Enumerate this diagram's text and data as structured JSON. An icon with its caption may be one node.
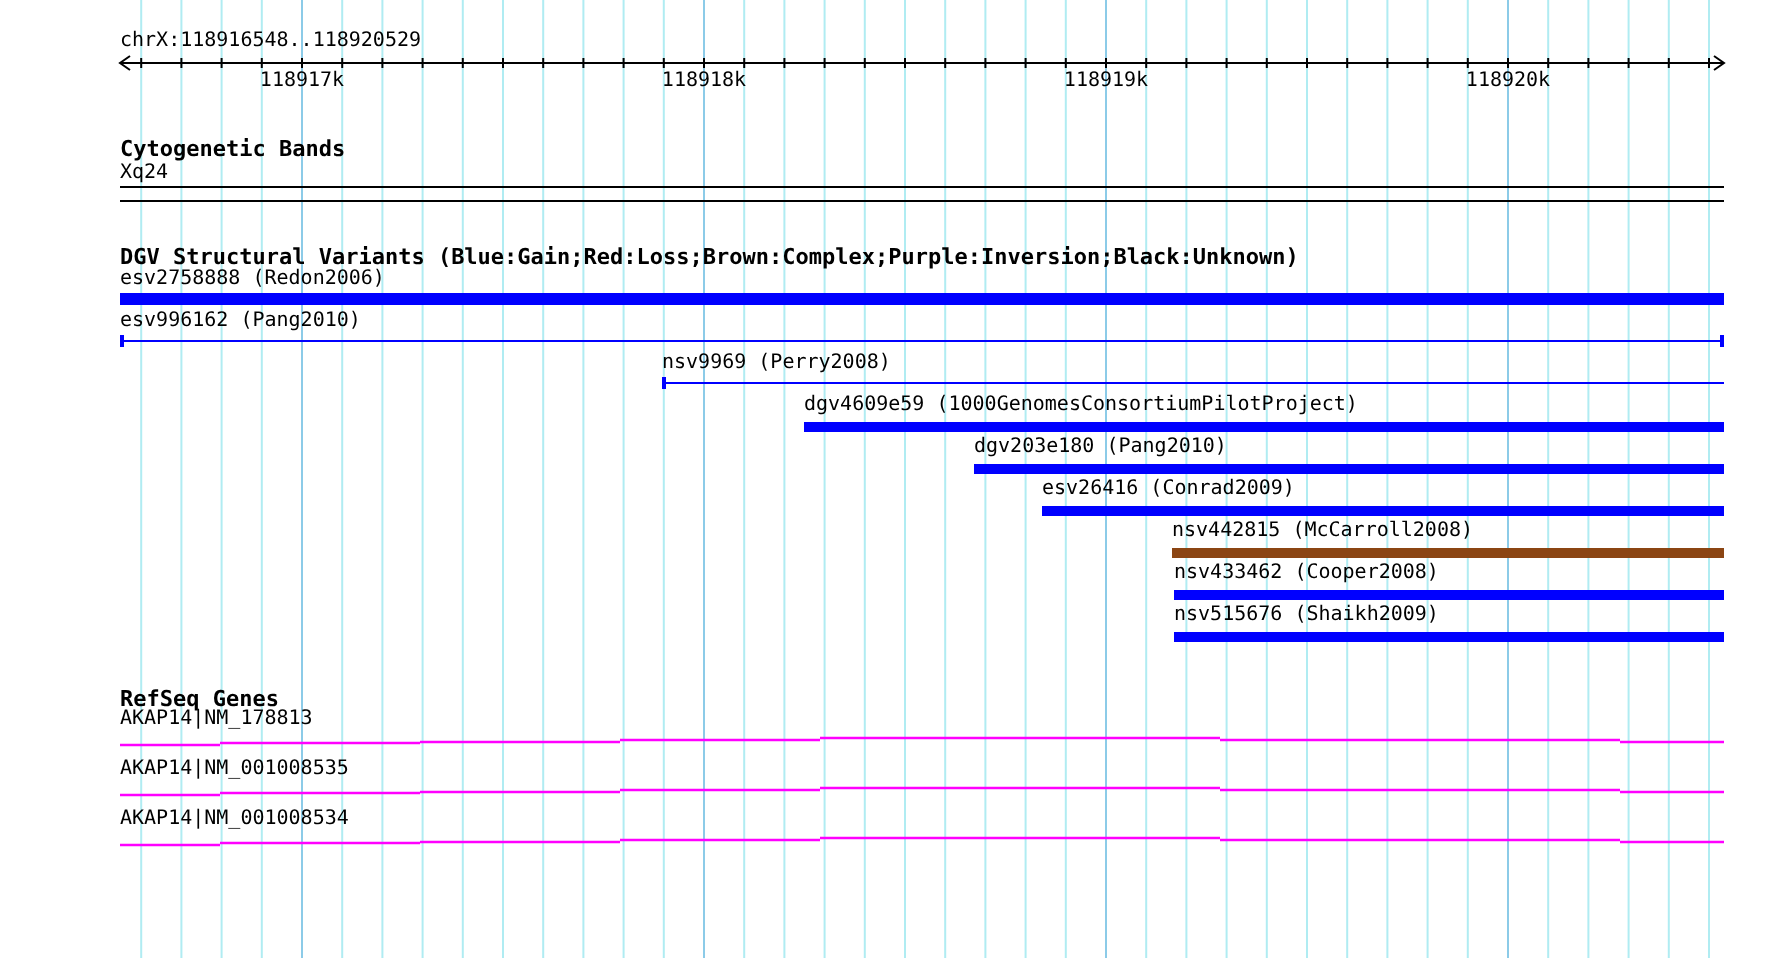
{
  "diagram": {
    "labels": [
      "chrX:118916548..118920529",
      "118917k",
      "118918k",
      "118919k",
      "118920k",
      "Cytogenetic Bands",
      "Xq24",
      "DGV Structural Variants (Blue:Gain;Red:Loss;Brown:Complex;Purple:Inversion;Black:Unknown)",
      "esv2758888 (Redon2006)",
      "esv996162 (Pang2010)",
      "nsv9969 (Perry2008)",
      "dgv4609e59 (1000GenomesConsortiumPilotProject)",
      "dgv203e180 (Pang2010)",
      "esv26416 (Conrad2009)",
      "nsv442815 (McCarroll2008)",
      "nsv433462 (Cooper2008)",
      "nsv515676 (Shaikh2009)",
      "RefSeq Genes",
      "AKAP14|NM_178813",
      "AKAP14|NM_001008535",
      "AKAP14|NM_001008534"
    ]
  }
}
